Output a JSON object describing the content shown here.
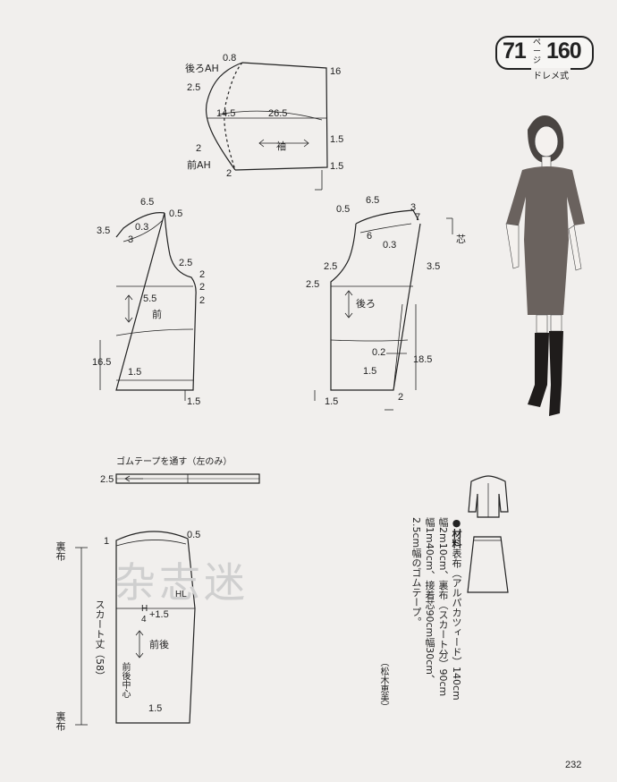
{
  "badge": {
    "number": "71",
    "unit": "ページ",
    "pattern_no": "160",
    "subtitle": "ドレメ式"
  },
  "sleeve": {
    "back_ah": "後ろAH",
    "front_ah": "前AH",
    "name": "袖",
    "m_08": "0.8",
    "m_25": "2.5",
    "m_145": "14.5",
    "m_265": "26.5",
    "m_16": "16",
    "m_15a": "1.5",
    "m_15b": "1.5",
    "m_2a": "2",
    "m_2b": "2"
  },
  "front": {
    "name": "前",
    "m_65": "6.5",
    "m_05": "0.5",
    "m_35": "3.5",
    "m_03": "0.3",
    "m_3": "3",
    "m_25": "2.5",
    "m_2a": "2",
    "m_2b": "2",
    "m_2c": "2",
    "m_55": "5.5",
    "m_165": "16.5",
    "m_15a": "1.5",
    "m_15b": "1.5"
  },
  "back": {
    "name": "後ろ",
    "m_65": "6.5",
    "m_05": "0.5",
    "m_3a": "3",
    "m_7": "7",
    "m_6": "6",
    "m_03": "0.3",
    "m_25a": "2.5",
    "m_25b": "2.5",
    "m_35": "3.5",
    "m_02": "0.2",
    "m_15a": "1.5",
    "m_15b": "1.5",
    "m_185": "18.5",
    "m_2": "2",
    "shin": "芯"
  },
  "skirt": {
    "tape_note": "ゴムテープを通す（左のみ）",
    "m_25": "2.5",
    "m_1": "1",
    "m_05": "0.5",
    "hl": "HL",
    "h4": "H",
    "h4_den": "4",
    "h4_plus": "+1.5",
    "name": "前後",
    "length": "スカート丈（58）",
    "center": "前後中心",
    "m_15": "1.5",
    "lining_top": "裏布",
    "lining_bottom": "裏布"
  },
  "materials": {
    "heading": "●材料",
    "text": "表布（アルパカツィード）140cm幅2m10cm、裏布（スカート分）90cm幅1m40cm、接着芯90cm幅30cm、2.5cm幅のゴムテープ。",
    "credit": "（松木恵美）"
  },
  "watermark": "杂志迷",
  "page_number": "232",
  "colors": {
    "paper": "#f1efed",
    "ink": "#222222",
    "garment": "#6a625e"
  }
}
